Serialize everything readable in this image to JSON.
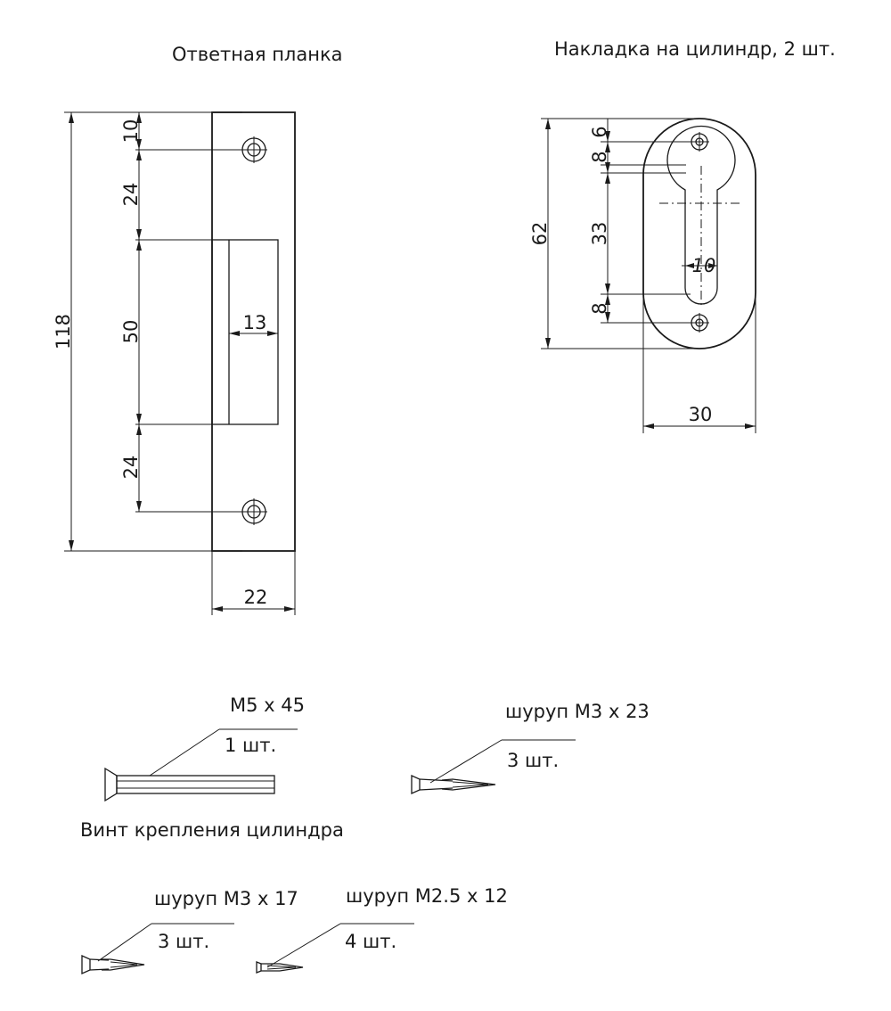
{
  "titles": {
    "strike_plate": "Ответная планка",
    "cylinder_cover": "Накладка на цилиндр, 2 шт."
  },
  "strike_dims": {
    "d10": "10",
    "d24_top": "24",
    "d50": "50",
    "d24_bottom": "24",
    "d118": "118",
    "d13": "13",
    "d22": "22"
  },
  "cover_dims": {
    "d6": "6",
    "d8_top": "8",
    "d33": "33",
    "d62": "62",
    "d10": "10",
    "d8_bottom": "8",
    "d30": "30"
  },
  "fasteners": {
    "bolt": {
      "spec": "M5 x 45",
      "qty": "1 шт.",
      "caption": "Винт крепления цилиндра"
    },
    "screw_23": {
      "spec": "шуруп M3 x 23",
      "qty": "3 шт."
    },
    "screw_17": {
      "spec": "шуруп M3 x 17",
      "qty": "3 шт."
    },
    "screw_12": {
      "spec": "шуруп M2.5 x 12",
      "qty": "4 шт."
    }
  }
}
